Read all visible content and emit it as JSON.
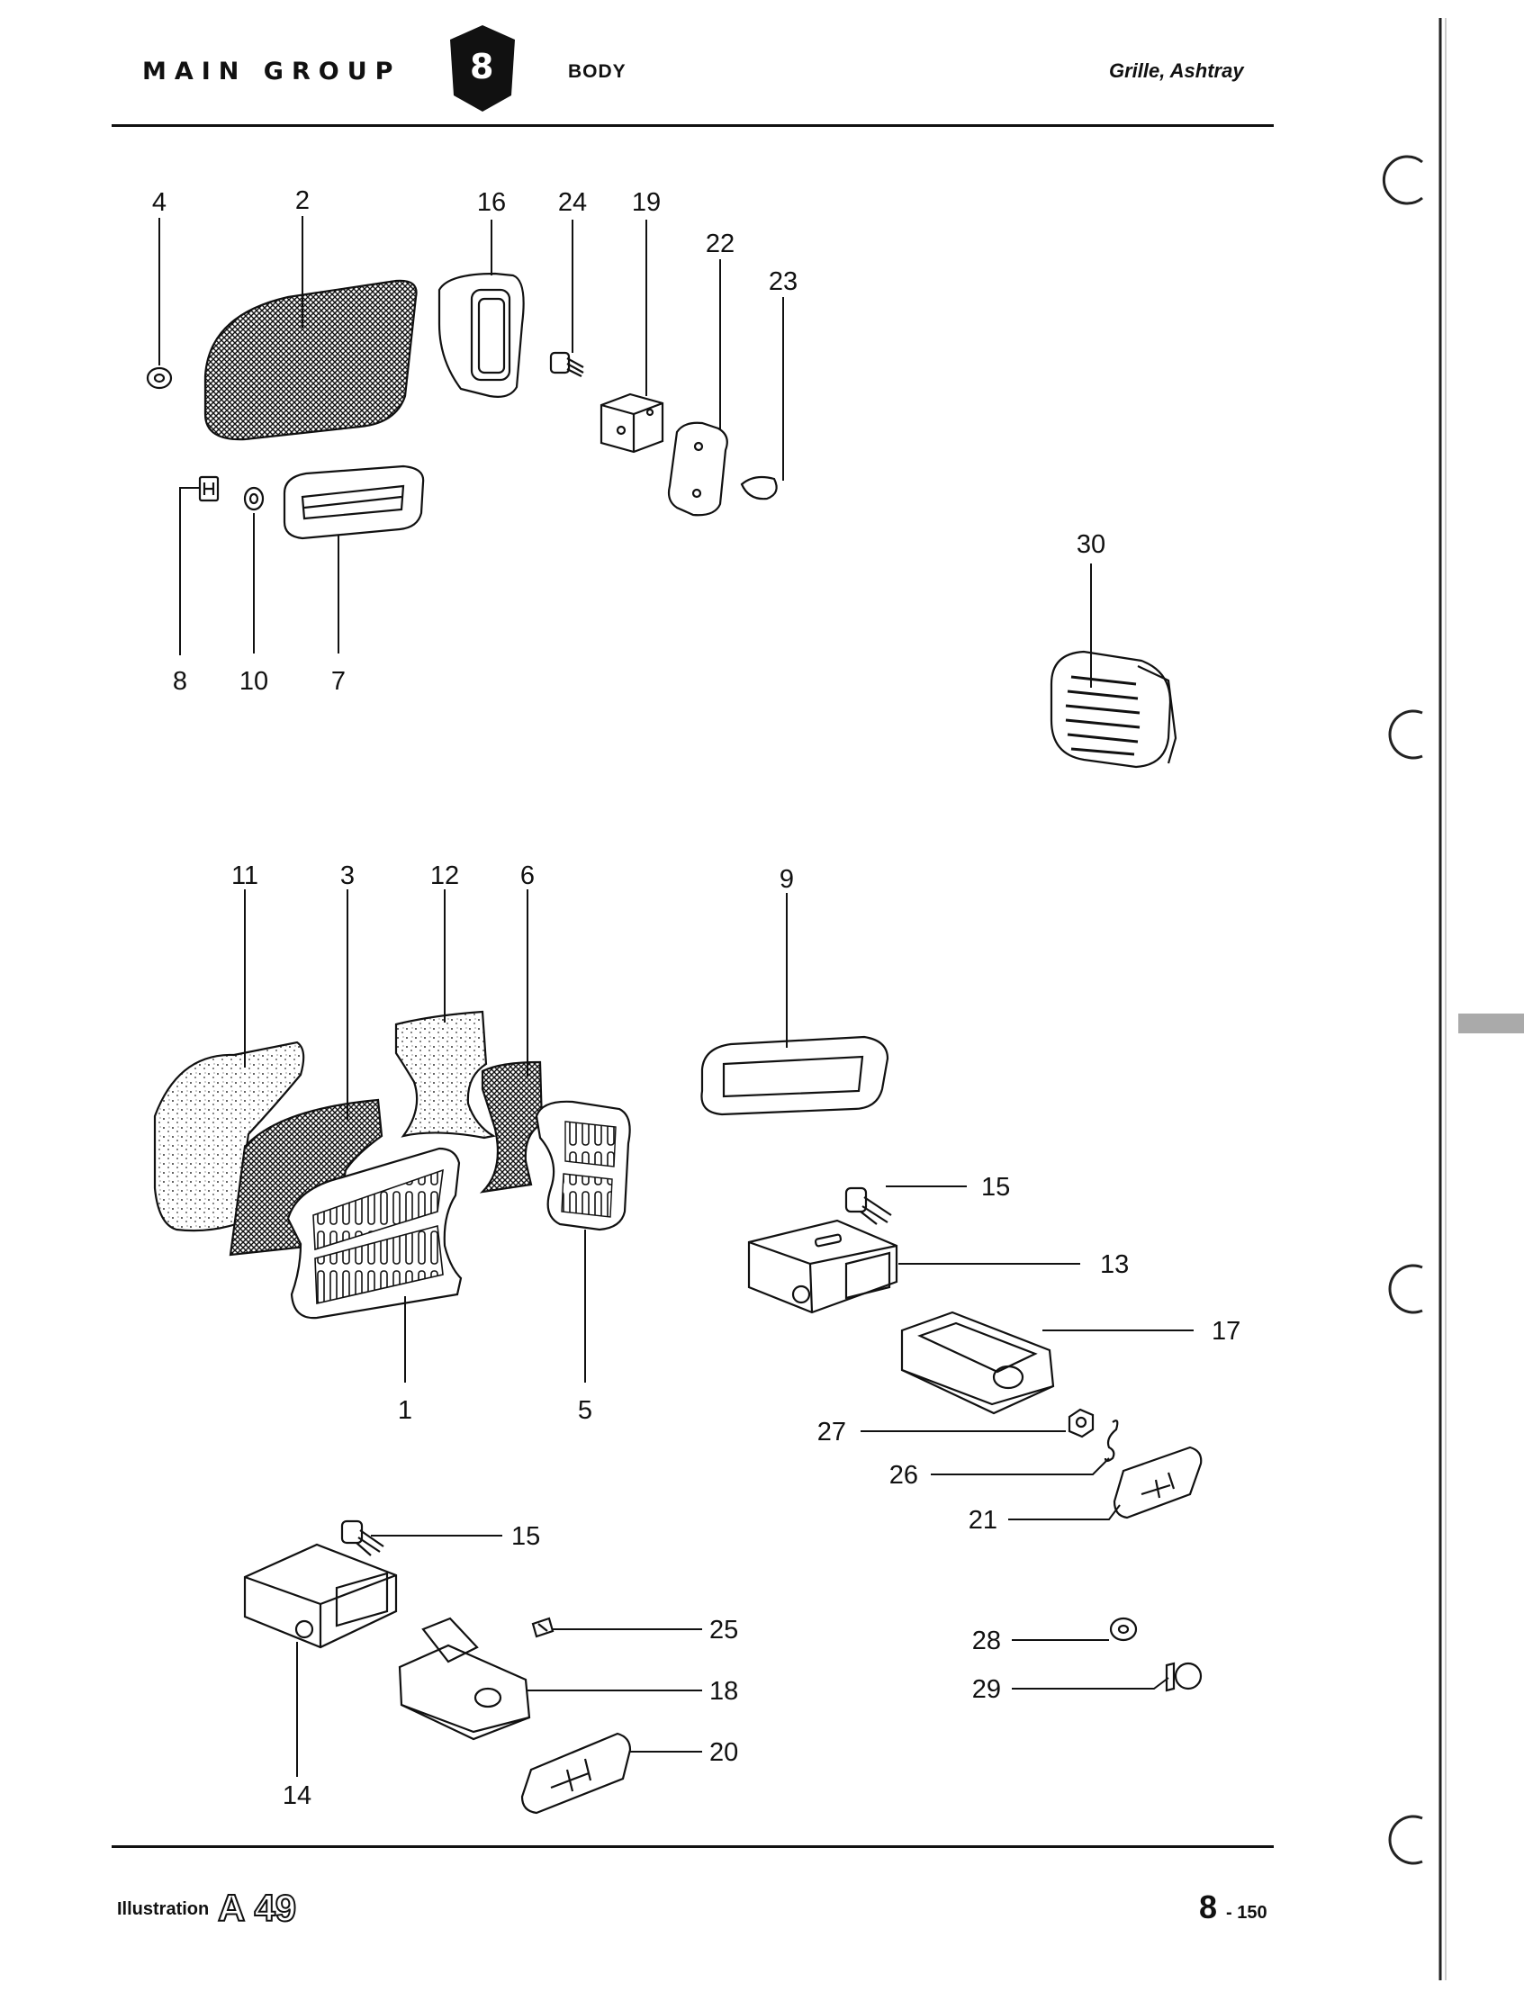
{
  "header": {
    "main_group": "MAIN GROUP",
    "group_number": "8",
    "section": "BODY",
    "title": "Grille, Ashtray"
  },
  "footer": {
    "illustration_label": "Illustration",
    "illustration_code": "A 49",
    "page_main": "8",
    "page_sub": "- 150"
  },
  "parts": {
    "p1": "1",
    "p2": "2",
    "p3": "3",
    "p4": "4",
    "p5": "5",
    "p6": "6",
    "p7": "7",
    "p8": "8",
    "p9": "9",
    "p10": "10",
    "p11": "11",
    "p12": "12",
    "p13": "13",
    "p14": "14",
    "p15a": "15",
    "p15b": "15",
    "p16": "16",
    "p17": "17",
    "p18": "18",
    "p19": "19",
    "p20": "20",
    "p21": "21",
    "p22": "22",
    "p23": "23",
    "p24": "24",
    "p25": "25",
    "p26": "26",
    "p27": "27",
    "p28": "28",
    "p29": "29",
    "p30": "30"
  }
}
